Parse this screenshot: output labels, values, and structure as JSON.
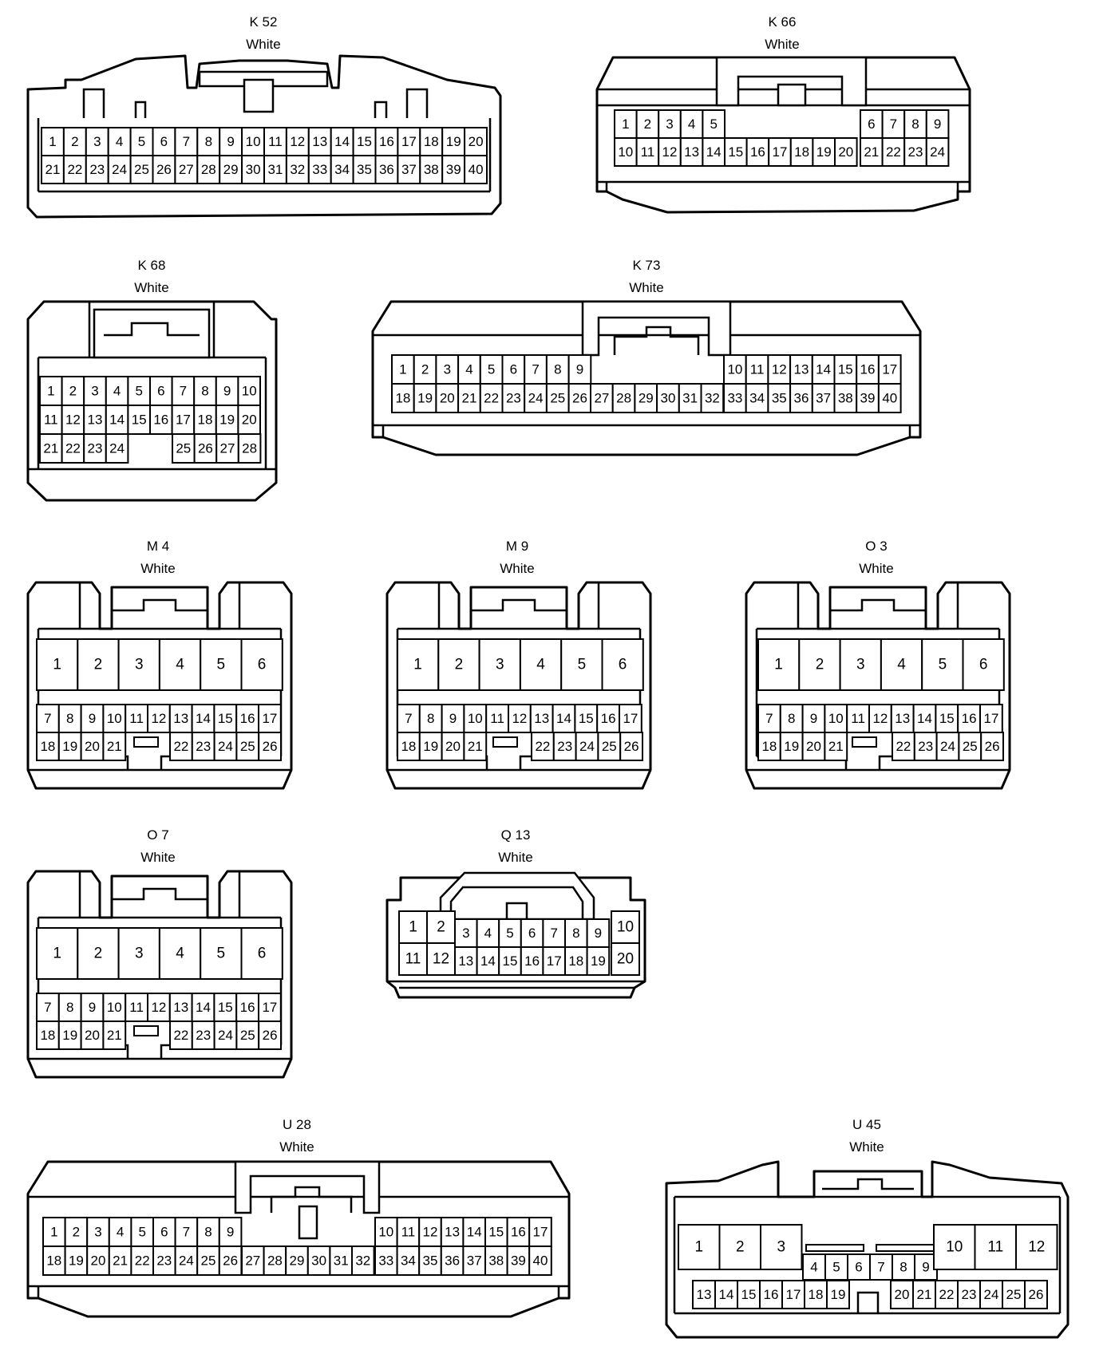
{
  "connectors": [
    {
      "id": "K52",
      "name": "K 52",
      "color": "White",
      "blocks": [
        {
          "rows": [
            [
              1,
              2,
              3,
              4,
              5,
              6,
              7,
              8,
              9,
              10,
              11,
              12,
              13,
              14,
              15,
              16,
              17,
              18,
              19,
              20
            ],
            [
              21,
              22,
              23,
              24,
              25,
              26,
              27,
              28,
              29,
              30,
              31,
              32,
              33,
              34,
              35,
              36,
              37,
              38,
              39,
              40
            ]
          ]
        }
      ]
    },
    {
      "id": "K66",
      "name": "K 66",
      "color": "White",
      "blocks": [
        {
          "rows": [
            [
              1,
              2,
              3,
              4,
              5
            ],
            [
              10,
              11,
              12,
              13,
              14
            ]
          ]
        },
        {
          "rows": [
            [
              15,
              16,
              17,
              18,
              19,
              20
            ]
          ]
        },
        {
          "rows": [
            [
              6,
              7,
              8,
              9
            ],
            [
              21,
              22,
              23,
              24
            ]
          ]
        }
      ]
    },
    {
      "id": "K68",
      "name": "K 68",
      "color": "White",
      "blocks": [
        {
          "rows": [
            [
              1,
              2,
              3,
              4,
              5,
              6,
              7,
              8,
              9,
              10
            ],
            [
              11,
              12,
              13,
              14,
              15,
              16,
              17,
              18,
              19,
              20
            ]
          ]
        },
        {
          "rows": [
            [
              21,
              22,
              23,
              24
            ]
          ]
        },
        {
          "rows": [
            [
              25,
              26,
              27,
              28
            ]
          ]
        }
      ]
    },
    {
      "id": "K73",
      "name": "K 73",
      "color": "White",
      "blocks": [
        {
          "rows": [
            [
              1,
              2,
              3,
              4,
              5,
              6,
              7,
              8,
              9
            ],
            [
              18,
              19,
              20,
              21,
              22,
              23,
              24,
              25,
              26
            ]
          ]
        },
        {
          "rows": [
            [
              27,
              28,
              29,
              30,
              31,
              32
            ]
          ]
        },
        {
          "rows": [
            [
              10,
              11,
              12,
              13,
              14,
              15,
              16,
              17
            ],
            [
              33,
              34,
              35,
              36,
              37,
              38,
              39,
              40
            ]
          ]
        }
      ]
    },
    {
      "id": "M4",
      "name": "M 4",
      "color": "White",
      "blocks": [
        {
          "rows": [
            [
              1,
              2,
              3,
              4,
              5,
              6
            ]
          ]
        },
        {
          "rows": [
            [
              7,
              8,
              9,
              10,
              11,
              12,
              13,
              14,
              15,
              16,
              17
            ]
          ]
        },
        {
          "rows": [
            [
              18,
              19,
              20,
              21
            ]
          ]
        },
        {
          "rows": [
            [
              22,
              23,
              24,
              25,
              26
            ]
          ]
        }
      ]
    },
    {
      "id": "M9",
      "name": "M 9",
      "color": "White",
      "blocks": [
        {
          "rows": [
            [
              1,
              2,
              3,
              4,
              5,
              6
            ]
          ]
        },
        {
          "rows": [
            [
              7,
              8,
              9,
              10,
              11,
              12,
              13,
              14,
              15,
              16,
              17
            ]
          ]
        },
        {
          "rows": [
            [
              18,
              19,
              20,
              21
            ]
          ]
        },
        {
          "rows": [
            [
              22,
              23,
              24,
              25,
              26
            ]
          ]
        }
      ]
    },
    {
      "id": "O3",
      "name": "O 3",
      "color": "White",
      "blocks": [
        {
          "rows": [
            [
              1,
              2,
              3,
              4,
              5,
              6
            ]
          ]
        },
        {
          "rows": [
            [
              7,
              8,
              9,
              10,
              11,
              12,
              13,
              14,
              15,
              16,
              17
            ]
          ]
        },
        {
          "rows": [
            [
              18,
              19,
              20,
              21
            ]
          ]
        },
        {
          "rows": [
            [
              22,
              23,
              24,
              25,
              26
            ]
          ]
        }
      ]
    },
    {
      "id": "O7",
      "name": "O 7",
      "color": "White",
      "blocks": [
        {
          "rows": [
            [
              1,
              2,
              3,
              4,
              5,
              6
            ]
          ]
        },
        {
          "rows": [
            [
              7,
              8,
              9,
              10,
              11,
              12,
              13,
              14,
              15,
              16,
              17
            ]
          ]
        },
        {
          "rows": [
            [
              18,
              19,
              20,
              21
            ]
          ]
        },
        {
          "rows": [
            [
              22,
              23,
              24,
              25,
              26
            ]
          ]
        }
      ]
    },
    {
      "id": "Q13",
      "name": "Q 13",
      "color": "White",
      "blocks": [
        {
          "rows": [
            [
              1,
              2
            ],
            [
              11,
              12
            ]
          ]
        },
        {
          "rows": [
            [
              3,
              4,
              5,
              6,
              7,
              8,
              9
            ],
            [
              13,
              14,
              15,
              16,
              17,
              18,
              19
            ]
          ]
        },
        {
          "rows": [
            [
              10
            ],
            [
              20
            ]
          ]
        }
      ]
    },
    {
      "id": "U28",
      "name": "U 28",
      "color": "White",
      "blocks": [
        {
          "rows": [
            [
              1,
              2,
              3,
              4,
              5,
              6,
              7,
              8,
              9
            ],
            [
              18,
              19,
              20,
              21,
              22,
              23,
              24,
              25,
              26
            ]
          ]
        },
        {
          "rows": [
            [
              27,
              28,
              29,
              30,
              31,
              32
            ]
          ]
        },
        {
          "rows": [
            [
              10,
              11,
              12,
              13,
              14,
              15,
              16,
              17
            ],
            [
              33,
              34,
              35,
              36,
              37,
              38,
              39,
              40
            ]
          ]
        }
      ]
    },
    {
      "id": "U45",
      "name": "U 45",
      "color": "White",
      "blocks": [
        {
          "rows": [
            [
              1,
              2,
              3
            ]
          ]
        },
        {
          "rows": [
            [
              4,
              5,
              6,
              7,
              8,
              9
            ]
          ]
        },
        {
          "rows": [
            [
              10,
              11,
              12
            ]
          ]
        },
        {
          "rows": [
            [
              13,
              14,
              15,
              16,
              17,
              18,
              19
            ]
          ]
        },
        {
          "rows": [
            [
              20,
              21,
              22,
              23,
              24,
              25,
              26
            ]
          ]
        }
      ]
    }
  ]
}
